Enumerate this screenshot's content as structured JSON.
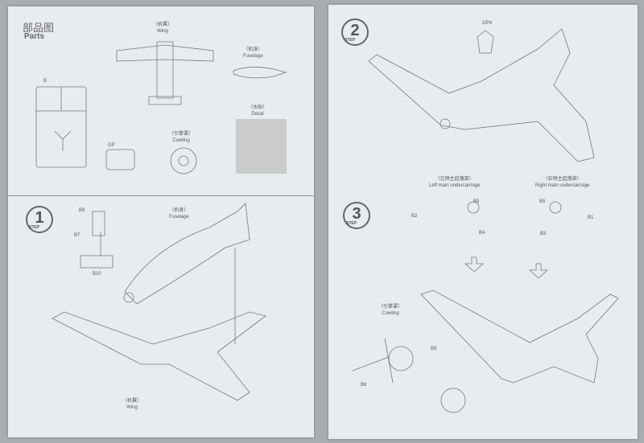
{
  "parts": {
    "title_cn": "部品图",
    "title_en": "Parts",
    "wing_cn": "（机翼）",
    "wing_en": "Wing",
    "fuselage_cn": "（机身）",
    "fuselage_en": "Fuselage",
    "sprue_b": "B",
    "sprue_gp": "GP",
    "cowling_cn": "（引擎罩）",
    "cowling_en": "Cowling",
    "decal_cn": "（水贴）",
    "decal_en": "Decal"
  },
  "step1": {
    "number": "1",
    "step_label": "STEP",
    "b8": "B8",
    "b7": "B7",
    "b10": "B10",
    "fuselage_cn": "（机身）",
    "fuselage_en": "Fuselage",
    "wing_cn": "（机翼）",
    "wing_en": "Wing"
  },
  "step2": {
    "number": "2",
    "step_label": "STEP",
    "gp4": "GP4"
  },
  "step3": {
    "number": "3",
    "step_label": "STEP",
    "left_cn": "（左侧主起落架）",
    "left_en": "Left main undercarriage",
    "left_b5": "B5",
    "left_b2": "B2",
    "left_b4": "B4",
    "right_cn": "（右侧主起落架）",
    "right_en": "Right main undercarriage",
    "right_b5": "B5",
    "right_b1": "B1",
    "right_b3": "B3",
    "cowling_cn": "（引擎罩）",
    "cowling_en": "Cowling",
    "b9": "B9",
    "b6": "B6"
  }
}
